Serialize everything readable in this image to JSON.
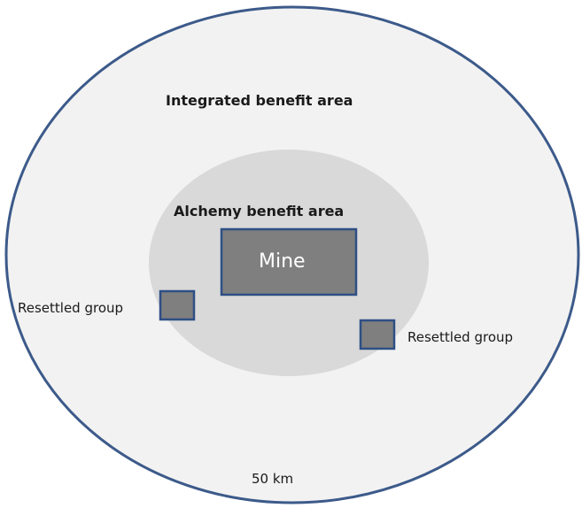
{
  "labels": {
    "outer_area": "Integrated benefit area",
    "inner_area": "Alchemy benefit area",
    "mine": "Mine",
    "resettled_left": "Resettled group",
    "resettled_right": "Resettled group",
    "distance": "50 km"
  },
  "colors": {
    "outer_fill": "#f2f2f2",
    "outer_stroke": "#3c5a8a",
    "inner_fill": "#d9d9d9",
    "box_fill": "#7f7f7f",
    "box_stroke": "#2e4f86"
  }
}
